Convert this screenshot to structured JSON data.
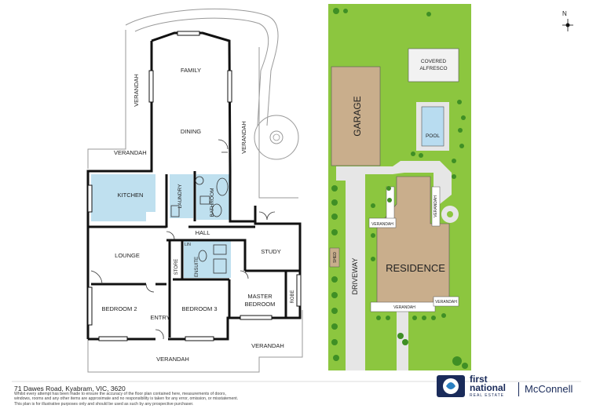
{
  "floorplan": {
    "rooms": {
      "family": "FAMILY",
      "dining": "DINING",
      "kitchen": "KITCHEN",
      "laundry": "LAUNDRY",
      "bathroom": "BATHROOM",
      "hall": "HALL",
      "study": "STUDY",
      "lounge": "LOUNGE",
      "store": "STORE",
      "ensuite": "ENSUITE",
      "lin": "LIN",
      "master_bedroom_line1": "MASTER",
      "master_bedroom_line2": "BEDROOM",
      "robe": "ROBE",
      "bedroom2": "BEDROOM 2",
      "bedroom3": "BEDROOM 3",
      "entry": "ENTRY"
    },
    "verandahs": {
      "v_left_top": "VERANDAH",
      "v_left_mid": "VERANDAH",
      "v_right": "VERANDAH",
      "v_bottom_right": "VERANDAH",
      "v_bottom": "VERANDAH"
    }
  },
  "siteplan": {
    "garage": "GARAGE",
    "covered_line1": "COVERED",
    "covered_line2": "ALFRESCO",
    "pool": "POOL",
    "residence": "RESIDENCE",
    "shed": "SHED",
    "driveway": "DRIVEWAY",
    "verandah_left": "VERANDAH",
    "verandah_right": "VERANDAH",
    "verandah_bottom": "VERANDAH",
    "verandah_bottom_right": "VERANDAH",
    "north": "N",
    "colors": {
      "lawn": "#8cc63f",
      "building": "#c9ae8c",
      "pool": "#b8dcf0",
      "paving": "#e6e6e6"
    }
  },
  "footer": {
    "address": "71 Dawes Road, Kyabram, VIC, 3620",
    "disclaimer_1": "Whilst every attempt has been made to ensure the accuracy of the floor plan contained here, measurements of doors,",
    "disclaimer_2": "windows, rooms and any other items are approximate and no responsibility is taken for any error, omission, or misstatement.",
    "disclaimer_3": "This plan is for illustrative purposes only and should be used as such by any prospective purchaser.",
    "brand_line1": "first",
    "brand_line2": "national",
    "brand_sub": "REAL ESTATE",
    "office": "McConnell"
  }
}
